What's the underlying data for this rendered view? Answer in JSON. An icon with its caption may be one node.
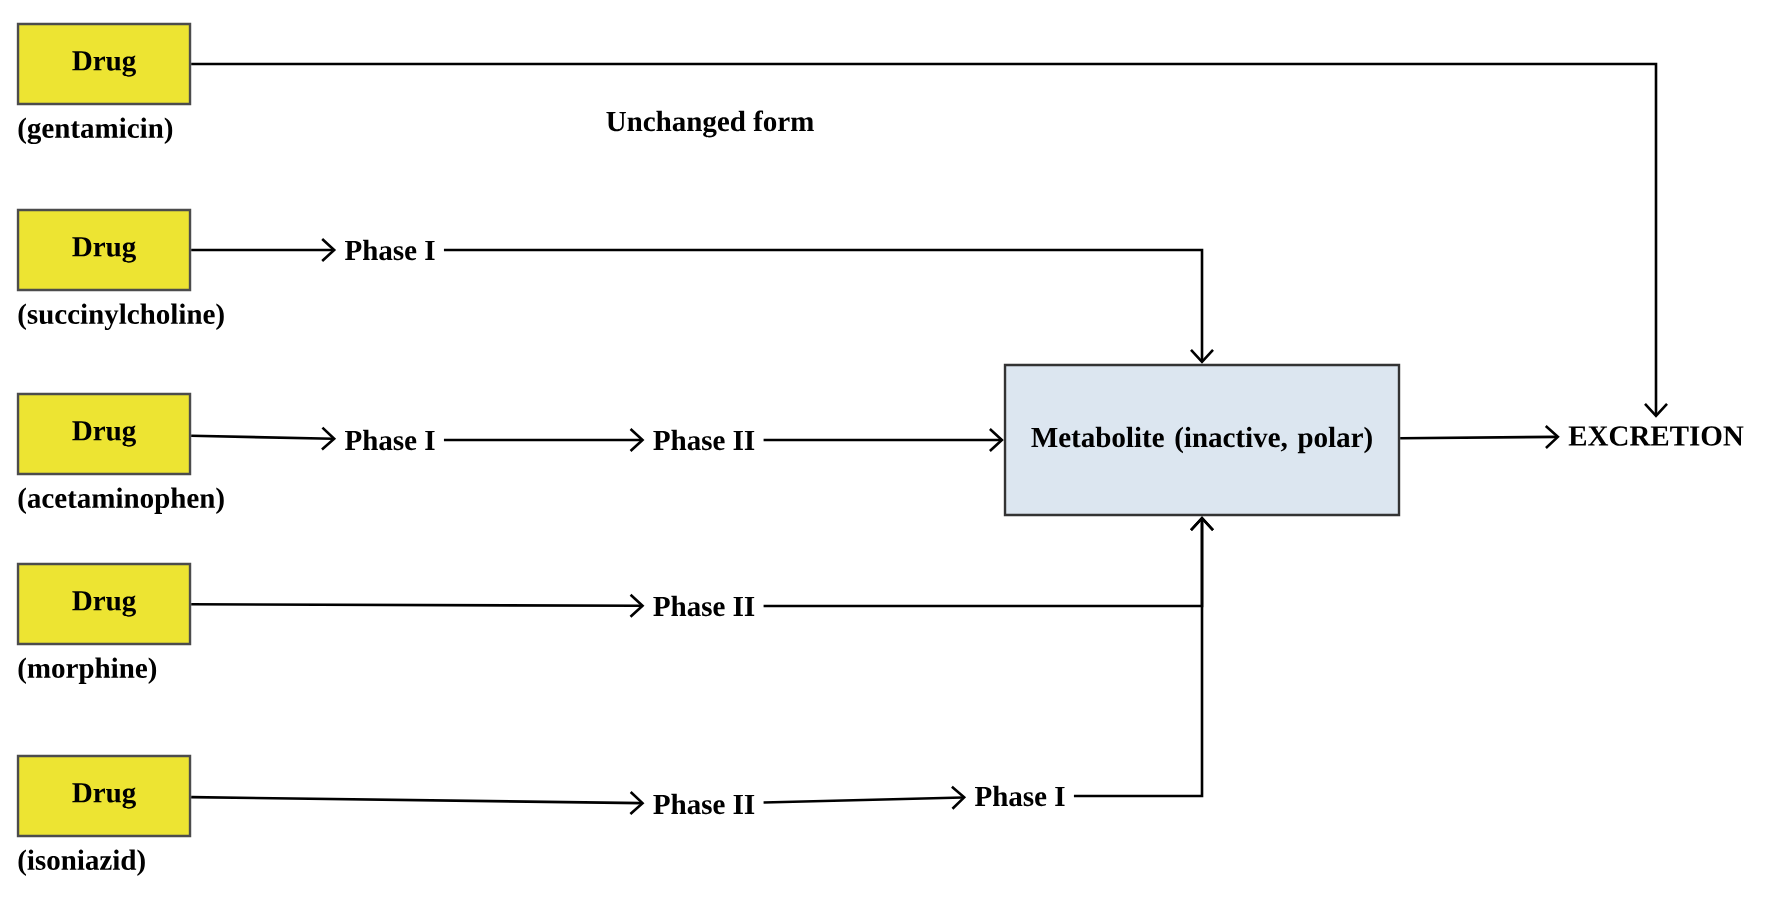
{
  "diagram": {
    "nodes": [
      {
        "text": [
          "Drug"
        ],
        "beside": [
          "(gentamicin)"
        ]
      },
      {
        "text": [
          "Drug"
        ],
        "beside": [
          "(succinylcholine)"
        ]
      },
      {
        "text": [
          "Phase I"
        ]
      },
      {
        "text": [
          "Drug"
        ],
        "beside": [
          "(acetaminophen)"
        ]
      },
      {
        "text": [
          "Phase I"
        ]
      },
      {
        "text": [
          "Phase II"
        ]
      },
      {
        "text": [
          "Metabolite (inactive, polar)"
        ]
      },
      {
        "text": [
          "EXCRETION"
        ]
      },
      {
        "text": [
          "Drug"
        ],
        "beside": [
          "(morphine)"
        ]
      },
      {
        "text": [
          "Phase II"
        ]
      },
      {
        "text": [
          "Drug"
        ],
        "beside": [
          "(isoniazid)"
        ]
      },
      {
        "text": [
          "Phase II"
        ]
      },
      {
        "text": [
          "Phase I"
        ]
      }
    ],
    "edges": [
      {
        "from": 0,
        "to": 7,
        "arrow": "to",
        "label": "Unchanged form"
      },
      {
        "from": 1,
        "to": 2,
        "arrow": "to"
      },
      {
        "from": 2,
        "to": 6,
        "arrow": "to"
      },
      {
        "from": 3,
        "to": 4,
        "arrow": "to"
      },
      {
        "from": 4,
        "to": 5,
        "arrow": "to"
      },
      {
        "from": 5,
        "to": 6,
        "arrow": "to"
      },
      {
        "from": 6,
        "to": 7,
        "arrow": "to"
      },
      {
        "from": 8,
        "to": 9,
        "arrow": "to"
      },
      {
        "from": 9,
        "to": 6,
        "arrow": "to"
      },
      {
        "from": 10,
        "to": 11,
        "arrow": "to"
      },
      {
        "from": 11,
        "to": 12,
        "arrow": "to"
      },
      {
        "from": 12,
        "to": 6,
        "arrow": "to"
      }
    ]
  }
}
